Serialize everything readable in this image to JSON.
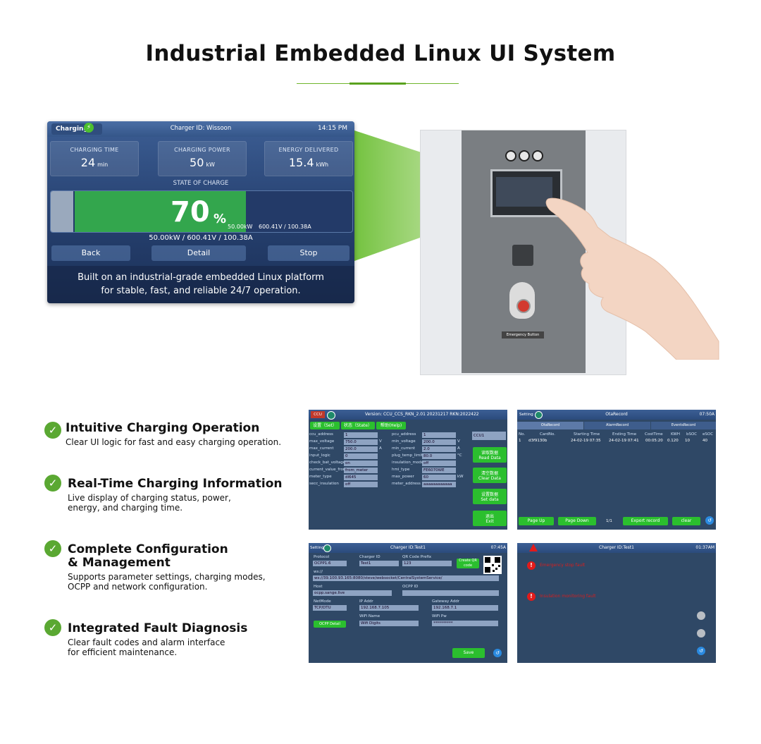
{
  "title": "Industrial Embedded Linux UI System",
  "hero": {
    "status_pill": "Charging",
    "charger_id": "Charger ID: Wissoon",
    "time": "14:15 PM",
    "stats": [
      {
        "label": "CHARGING TIME",
        "value": "24",
        "unit": "min"
      },
      {
        "label": "CHARGING POWER",
        "value": "50",
        "unit": "kW"
      },
      {
        "label": "ENERGY DELIVERED",
        "value": "15.4",
        "unit": "kWh"
      }
    ],
    "soc_label": "STATE OF CHARGE",
    "soc_percent": 70,
    "soc_value": "70",
    "soc_unit": "%",
    "soc_power": "50.00kW",
    "soc_va": "600.41V / 100.38A",
    "soc_summary": "50.00kW / 600.41V / 100.38A",
    "buttons": [
      "Back",
      "Detail",
      "Stop"
    ],
    "caption_line1": "Built on an industrial-grade embedded Linux platform",
    "caption_line2": "for stable, fast, and reliable 24/7 operation."
  },
  "device": {
    "emergency_label": "Emergency Button"
  },
  "features": [
    {
      "title": "Intuitive Charging Operation",
      "desc": [
        "Clear UI logic for fast and easy charging operation."
      ]
    },
    {
      "title": "Real-Time Charging Information",
      "desc": [
        "Live display of charging status, power,",
        "energy, and charging time."
      ]
    },
    {
      "title": "Complete Configuration",
      "title2": "& Management",
      "desc": [
        "Supports parameter settings, charging modes,",
        "OCPP and network configuration."
      ]
    },
    {
      "title": "Integrated Fault Diagnosis",
      "desc": [
        "Clear fault codes and alarm interface",
        "for efficient maintenance."
      ]
    }
  ],
  "shot1": {
    "tag": "CCU",
    "version": "Version:  CCU_CCS_RKN_2.01 20231217  RKN:2022422",
    "tabs": [
      "设置（Set）",
      "状态（State）",
      "帮助(Help)"
    ],
    "left_fields": [
      {
        "k": "ccu_address",
        "v": "1",
        "u": ""
      },
      {
        "k": "max_voltage",
        "v": "750.0",
        "u": "V"
      },
      {
        "k": "max_current",
        "v": "200.0",
        "u": "A"
      },
      {
        "k": "input_logic",
        "v": "0",
        "u": ""
      },
      {
        "k": "check_bat_voltage",
        "v": "on",
        "u": ""
      },
      {
        "k": "current_value_from",
        "v": "from_meter",
        "u": ""
      },
      {
        "k": "meter_type",
        "v": "dl645",
        "u": ""
      },
      {
        "k": "secc_insulation",
        "v": "off",
        "u": ""
      }
    ],
    "right_fields": [
      {
        "k": "pcu_address",
        "v": "1",
        "u": ""
      },
      {
        "k": "min_voltage",
        "v": "200.0",
        "u": "V"
      },
      {
        "k": "min_current",
        "v": "2.0",
        "u": "A"
      },
      {
        "k": "plug_temp_limit",
        "v": "80.0",
        "u": "°C"
      },
      {
        "k": "insulation_mode",
        "v": "off",
        "u": ""
      },
      {
        "k": "hmi_type",
        "v": "FE6070WE",
        "u": ""
      },
      {
        "k": "max_power",
        "v": "60",
        "u": "kW"
      },
      {
        "k": "meter_address",
        "v": "aaaaaaaaaaaa",
        "u": ""
      }
    ],
    "select": "CCU1",
    "buttons": [
      [
        "读取数据",
        "Read Data"
      ],
      [
        "清空数据",
        "Clear Data"
      ],
      [
        "设置数据",
        "Set data"
      ],
      [
        "退出",
        "Exit"
      ]
    ]
  },
  "shot2": {
    "tag": "Setting",
    "title": "OtaRecord",
    "time": "07:50A",
    "tabs": [
      "OtaRecord",
      "AlarmRecord",
      "EventsRecord"
    ],
    "cols": [
      "No.",
      "CardNo.",
      "Starting Time",
      "Ending Time",
      "CostTime",
      "KWH",
      "bSOC",
      "eSOC"
    ],
    "row": [
      "1",
      "d3f9130b",
      "24-02-19 07:35",
      "24-02-19 07:41",
      "00:05:20",
      "0.120",
      "10",
      "40"
    ],
    "buttons": [
      "Page Up",
      "Page Down",
      "Export record",
      "clear"
    ],
    "page": "1/1"
  },
  "shot3": {
    "tag": "Setting",
    "title": "Charger ID:Test1",
    "time": "07:45A",
    "labels": [
      "Protocol",
      "Charger ID",
      "QR Code Prefix",
      "ws://",
      "Host",
      "OCPP ID",
      "NetMode",
      "IP Addr",
      "Gateway Addr",
      "WiFi Name",
      "WiFi Pw"
    ],
    "protocol": "OCPP1.6",
    "charger_id": "Test1",
    "qr_prefix": "123",
    "create_qr": "Create QR code",
    "url": "ws://39.100.93.165:8080/steve/websocket/CentralSystemService/",
    "host": "ocpp.sange.live",
    "netmode": "TCP/DTU",
    "ip": "192.168.7.105",
    "gateway": "192.168.7.1",
    "wifi_name": "Wifi Digits",
    "wifi_pw": "**********",
    "ocpp_detail": "OCPP Detail",
    "save": "Save"
  },
  "shot4": {
    "title": "Charger ID:Test1",
    "time": "01:37AM",
    "errors": [
      "Emergency stop fault",
      "Insulation monitoring fault"
    ]
  },
  "colors": {
    "accent": "#5aa832",
    "screen": "#2f4866",
    "alarm": "#e21b1b"
  }
}
